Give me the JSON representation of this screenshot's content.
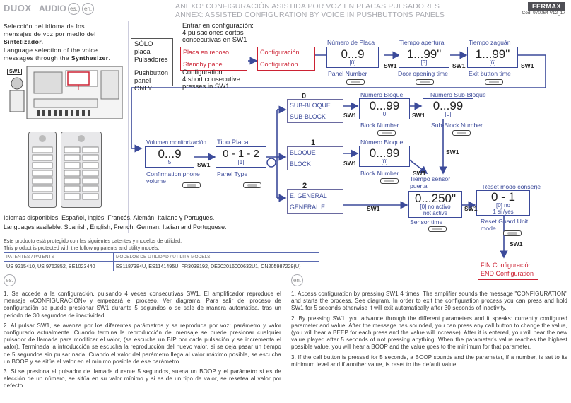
{
  "header": {
    "brand": "DUOX",
    "product": "AUDIO",
    "lang_es": "es.",
    "lang_en": "en.",
    "title_es": "ANEXO: CONFIGURACIÓN ASISTIDA POR VOZ EN PLACAS  PULSADORES",
    "title_en": "ANNEX: ASSISTED CONFIGURATION BY VOICE IN PUSHBUTTONS PANELS",
    "logo": "FERMAX",
    "code": "Cod. 970064 V12_17"
  },
  "sidebar": {
    "intro_es_1": "Selección del idioma de los",
    "intro_es_2": "mensajes de voz por medio del",
    "intro_es_3": "Sintetizador.",
    "intro_en_1": "Language selection of the voice",
    "intro_en_2": "messages through the",
    "intro_en_3": "Synthesizer",
    "intro_en_4": ".",
    "sw1_tag": "SW1"
  },
  "panel": {
    "only_es_1": "SÓLO placa",
    "only_es_2": "Pulsadores",
    "only_en_1": "Pushbutton",
    "only_en_2": "panel ONLY",
    "enter_es_1": "Entrar en configuración:",
    "enter_es_2": "4 pulsaciones cortas",
    "enter_es_3": "consecutivas en SW1",
    "enter_en_1": "Configuration:",
    "enter_en_2": "4 short consecutive",
    "enter_en_3": "presses in SW1",
    "rest_es": "Placa en reposo",
    "rest_en": "Standby panel",
    "cfg_es": "Configuración",
    "cfg_en": "Configuration"
  },
  "params": {
    "plate": {
      "label_es": "Número de Placa",
      "label_en": "Panel Number",
      "range": "0...9",
      "default": "[0]"
    },
    "open": {
      "label_es": "Tiempo apertura",
      "label_en": "Door opening time",
      "range": "1...99\"",
      "default": "[3]"
    },
    "hall": {
      "label_es": "Tiempo zaguán",
      "label_en": "Exit button time",
      "range": "1...99\"",
      "default": "[6]"
    },
    "volume": {
      "label_es": "Volumen monitorización",
      "label_en_1": "Confirmation phone",
      "label_en_2": "volume",
      "range": "0...9",
      "default": "[5]"
    },
    "type": {
      "label_es": "Tipo Placa",
      "label_en": "Panel Type",
      "range": "0 - 1 - 2",
      "default": "[1]"
    },
    "subblock": {
      "num": "0",
      "es": "SUB-BLOQUE",
      "en": "SUB-BLOCK"
    },
    "block": {
      "num": "1",
      "es": "BLOQUE",
      "en": "BLOCK"
    },
    "general": {
      "num": "2",
      "es": "E. GENERAL",
      "en": "GENERAL E."
    },
    "blocknum_a": {
      "label_es": "Número Bloque",
      "label_en": "Block Number",
      "range": "0...99",
      "default": "[0]"
    },
    "subblocknum": {
      "label_es": "Número Sub-Bloque",
      "label_en": "Sub-Block Number",
      "range": "0...99",
      "default": "[0]"
    },
    "blocknum_b": {
      "label_es": "Número Bloque",
      "label_en": "Block Number",
      "range": "0...99",
      "default": "[0]"
    },
    "sensor": {
      "label_es_1": "Tiempo sensor",
      "label_es_2": "puerta",
      "label_en": "Sensor time",
      "range": "0...250\"",
      "default": "[0]",
      "note_1": "no activo",
      "note_2": "not active"
    },
    "reset": {
      "label_es": "Reset modo conserje",
      "label_en_1": "Reset Guard Unit",
      "label_en_2": "mode",
      "range": "0 - 1",
      "default": "[0]",
      "no": "no",
      "yes": "1  si /yes"
    },
    "end_es": "FIN Configuración",
    "end_en": "END Configuration",
    "sw1": "SW1"
  },
  "languages": {
    "es": "Idiomas disponibles: Español, Inglés, Francés, Alemán, Italiano y Portugués.",
    "en": "Languages available: Spanish, English, French, German, Italian and Portuguese."
  },
  "patents": {
    "note_es": "Este producto está protegido con las siguientes patentes y modelos de utilidad:",
    "note_en": "This product is protected with the following patents and utility models:",
    "col1": "PATENTES / PATENTS",
    "col2": "MODELOS DE UTILIDAD / UTILITY MODELS",
    "val1": "US 9215410, US 9762852, BE1023440",
    "val2": "ES1187384U, ES1141495U, FR3038192, DE202016000632U1, CN205987229(U)"
  },
  "notes_es": [
    "1. Se accede a la configuración, pulsando 4 veces consecutivas SW1. El amplificador reproduce el mensaje «CONFIGURACIÓN» y empezará el proceso. Ver diagrama. Para salir del proceso de configuración se puede presionar SW1 durante 5 segundos o se sale de manera automática, tras un periodo de 30 segundos de inactividad.",
    "2. Al pulsar SW1, se avanza por los diferentes parámetros y se reproduce por voz: parámetro y valor configurado actualmente. Cuando termina la reproducción del mensaje se puede presionar cualquier pulsador de llamada para modificar el valor, (se escucha un BIP por cada pulsación y se incrementa el valor). Terminada la introducción se escucha la reproducción del nuevo valor, si se deja pasar un tiempo de 5 segundos sin pulsar nada. Cuando el valor del parámetro llega al valor máximo posible, se escucha un BOOP y se sitúa el valor en el mínimo posible de ese parámetro.",
    "3. Si se presiona el pulsador de llamada durante 5 segundos, suena un BOOP y el parámetro si es de elección de un número, se sitúa en su valor mínimo y si es de un tipo de valor, se resetea al valor por defecto."
  ],
  "notes_en": [
    "1. Access configuration by pressing SW1 4 times. The amplifier sounds the message \"CONFIGURATION\" and starts the process. See diagram. In order to exit the configuration process you can press and hold SW1 for 5 seconds otherwise it will exit automatically after 30 seconds of inactivity.",
    "2. By pressing SW1, you advance through the different parameters and it speaks: currently configured parameter and value. After the message has sounded, you can press any call button to change the value, (you will hear a BEEP for each press and the value will increase). After it is entered, you will hear the new value played after 5 seconds of not pressing anything. When the parameter's value reaches the highest possible value, you will hear a BOOP and the value goes to the minimum for that parameter.",
    "3. If the call button is pressed for 5 seconds, a BOOP sounds and the parameter, if a number, is set to its minimum level and if another value, is reset to the default value."
  ],
  "colors": {
    "accent": "#3b4a9a",
    "red": "#cc2233",
    "grey": "#a9aab0"
  }
}
